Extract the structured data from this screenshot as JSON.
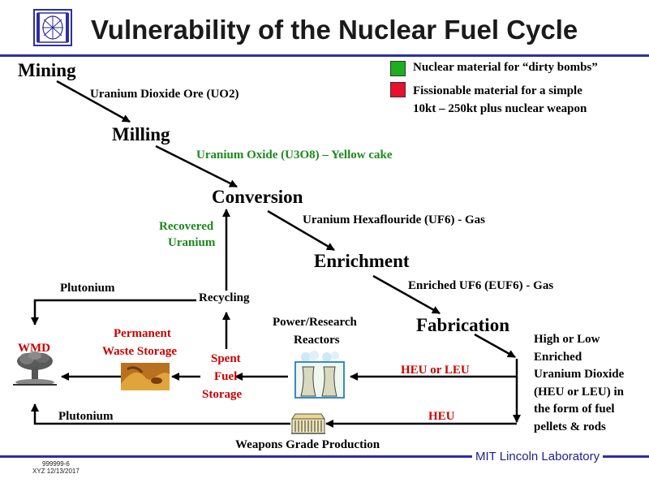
{
  "title": "Vulnerability of the Nuclear Fuel Cycle",
  "legend": {
    "green_label": "Nuclear material for “dirty bombs”",
    "red_label_line1": "Fissionable material for a simple",
    "red_label_line2": "10kt – 250kt plus nuclear weapon",
    "green_color": "#1fae1f",
    "red_color": "#e8102a"
  },
  "stages": {
    "mining": "Mining",
    "milling": "Milling",
    "conversion": "Conversion",
    "enrichment": "Enrichment",
    "fabrication": "Fabrication"
  },
  "flows": {
    "ore": "Uranium Dioxide Ore (UO2)",
    "yellowcake": "Uranium Oxide (U3O8) – Yellow cake",
    "uf6": "Uranium Hexaflouride (UF6) - Gas",
    "euf6": "Enriched UF6 (EUF6)  - Gas",
    "recovered_line1": "Recovered",
    "recovered_line2": "Uranium",
    "recycling": "Recycling",
    "plutonium_top": "Plutonium",
    "plutonium_bottom": "Plutonium",
    "heu_or_leu": "HEU or LEU",
    "heu": "HEU"
  },
  "nodes": {
    "wmd": "WMD",
    "waste_line1": "Permanent",
    "waste_line2": "Waste Storage",
    "spent_line1": "Spent",
    "spent_line2": "Fuel",
    "spent_line3": "Storage",
    "reactors_line1": "Power/Research",
    "reactors_line2": "Reactors",
    "weapons": "Weapons Grade Production"
  },
  "fab_note": [
    "High or Low",
    "Enriched",
    "Uranium Dioxide",
    "(HEU or LEU) in",
    "the form of fuel",
    "pellets & rods"
  ],
  "footer": {
    "code1": "999999-6",
    "code2": "XYZ 12/13/2017",
    "lab": "MIT Lincoln Laboratory"
  },
  "icons": [
    "lincoln-logo-icon",
    "mushroom-cloud-icon",
    "waste-storage-icon",
    "cooling-towers-icon",
    "factory-icon"
  ]
}
